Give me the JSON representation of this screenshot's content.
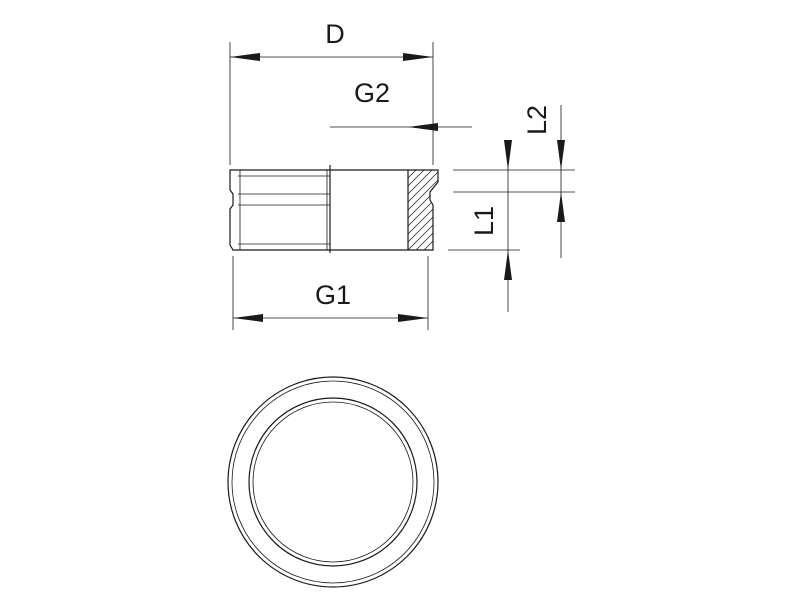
{
  "dimension_labels": {
    "D": "D",
    "G2": "G2",
    "L2": "L2",
    "L1": "L1",
    "G1": "G1"
  },
  "colors": {
    "line": "#1a1a1a",
    "background": "#ffffff"
  }
}
